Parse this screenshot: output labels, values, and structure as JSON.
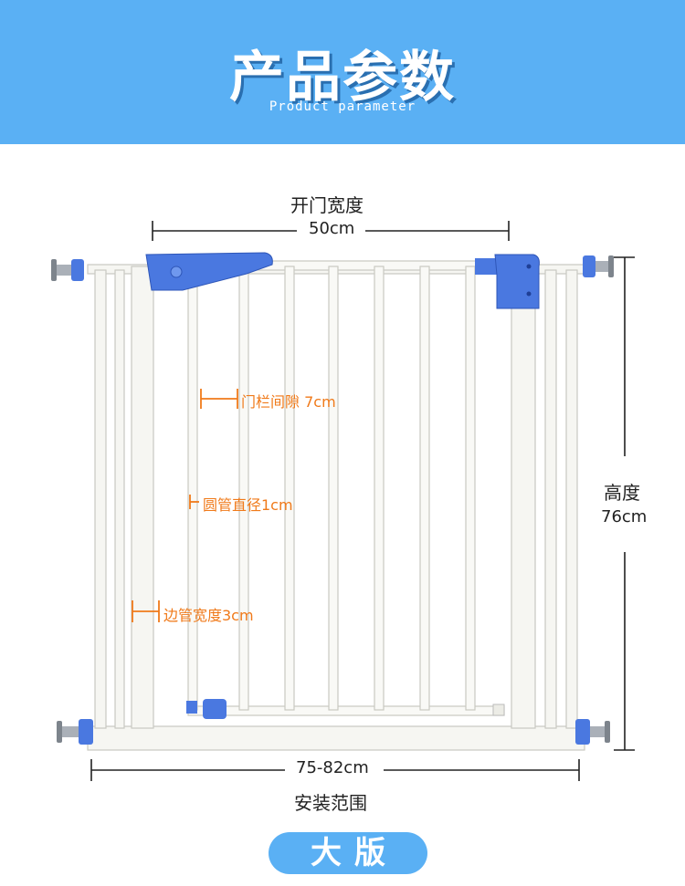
{
  "banner": {
    "title": "产品参数",
    "subtitle": "Product parameter"
  },
  "dimensions": {
    "door_width_label": "开门宽度",
    "door_width_value": "50cm",
    "height_label": "高度",
    "height_value": "76cm",
    "install_range_value": "75-82cm",
    "install_range_label": "安装范围"
  },
  "annotations": {
    "bar_gap": "门栏间隙 7cm",
    "tube_diameter": "圆管直径1cm",
    "side_tube_width": "边管宽度3cm"
  },
  "badge": {
    "text": "大版"
  },
  "colors": {
    "banner": "#5ab0f4",
    "annotation": "#f07a1a",
    "gate_parts": "#4a78e0"
  }
}
